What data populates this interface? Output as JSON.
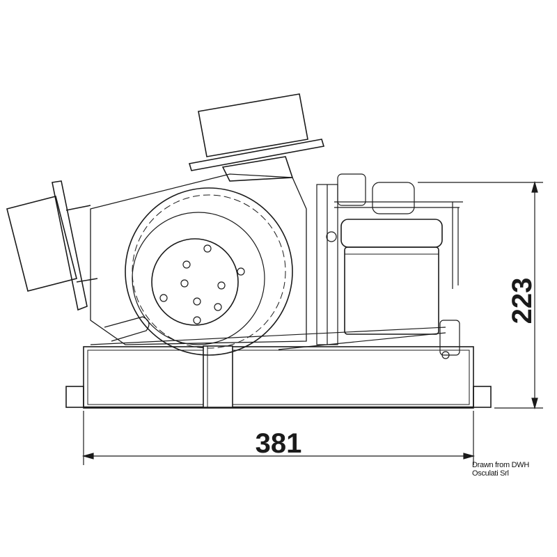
{
  "drawing": {
    "dimensions": {
      "width": "381",
      "height": "223"
    },
    "credit": "Drawn from DWH Osculati Srl",
    "colors": {
      "line": "#1a1a1a",
      "background": "#ffffff"
    }
  }
}
